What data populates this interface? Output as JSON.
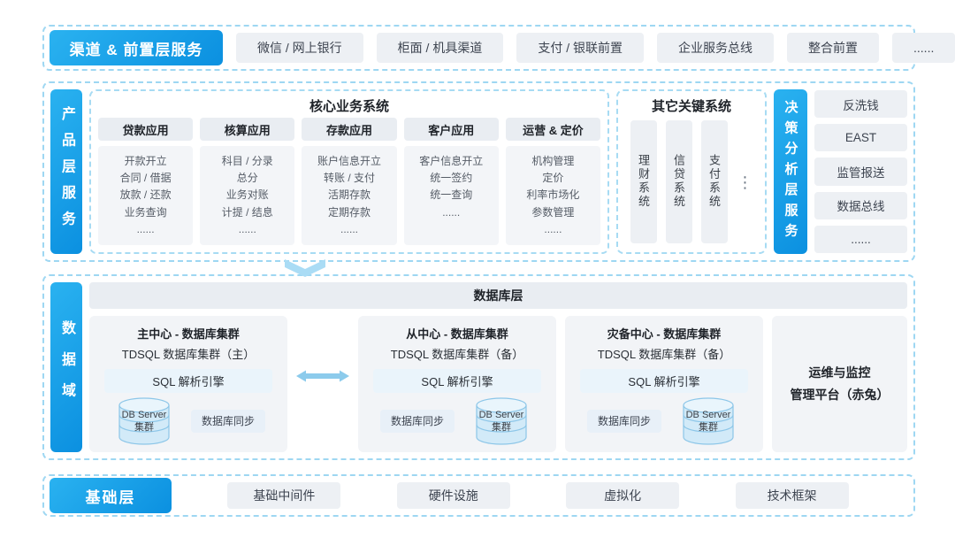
{
  "colors": {
    "accent_blue": "#149ee7",
    "dashed_border": "#9ed7f2",
    "pill_gray": "#edf0f4",
    "panel_gray": "#f2f4f7",
    "arrow_blue": "#8ccbec"
  },
  "channel_band": {
    "label": "渠道 & 前置层服务",
    "items": [
      "微信 / 网上银行",
      "柜面 / 机具渠道",
      "支付 / 银联前置",
      "企业服务总线",
      "整合前置",
      "......"
    ]
  },
  "product_band": {
    "label": "产品层服务",
    "core_systems": {
      "title": "核心业务系统",
      "columns": [
        {
          "header": "贷款应用",
          "items": [
            "开款开立",
            "合同 / 借据",
            "放款 / 还款",
            "业务查询",
            "......"
          ]
        },
        {
          "header": "核算应用",
          "items": [
            "科目 / 分录",
            "总分",
            "业务对账",
            "计提 / 结息",
            "......"
          ]
        },
        {
          "header": "存款应用",
          "items": [
            "账户信息开立",
            "转账 / 支付",
            "活期存款",
            "定期存款",
            "......"
          ]
        },
        {
          "header": "客户应用",
          "items": [
            "客户信息开立",
            "统一签约",
            "统一查询",
            "......"
          ]
        },
        {
          "header": "运营 & 定价",
          "items": [
            "机构管理",
            "定价",
            "利率市场化",
            "参数管理",
            "......"
          ]
        }
      ]
    },
    "other_systems": {
      "title": "其它关键系统",
      "items": [
        "理财系统",
        "信贷系统",
        "支付系统"
      ],
      "more": "⋮"
    }
  },
  "decision_band": {
    "label": "决策分析层服务",
    "items": [
      "反洗钱",
      "EAST",
      "监管报送",
      "数据总线",
      "......"
    ]
  },
  "data_band": {
    "label": "数据域",
    "header": "数据库层",
    "clusters": [
      {
        "title": "主中心 - 数据库集群",
        "subtitle": "TDSQL 数据库集群（主）",
        "engine": "SQL 解析引擎",
        "db_server": [
          "DB Server",
          "集群"
        ],
        "sync": "数据库同步"
      },
      {
        "title": "从中心 - 数据库集群",
        "subtitle": "TDSQL 数据库集群（备）",
        "engine": "SQL 解析引擎",
        "db_server": [
          "DB Server",
          "集群"
        ],
        "sync": "数据库同步"
      },
      {
        "title": "灾备中心 - 数据库集群",
        "subtitle": "TDSQL 数据库集群（备）",
        "engine": "SQL 解析引擎",
        "db_server": [
          "DB Server",
          "集群"
        ],
        "sync": "数据库同步"
      }
    ],
    "ops_platform": [
      "运维与监控",
      "管理平台（赤兔）"
    ]
  },
  "base_band": {
    "label": "基础层",
    "items": [
      "基础中间件",
      "硬件设施",
      "虚拟化",
      "技术框架"
    ]
  }
}
